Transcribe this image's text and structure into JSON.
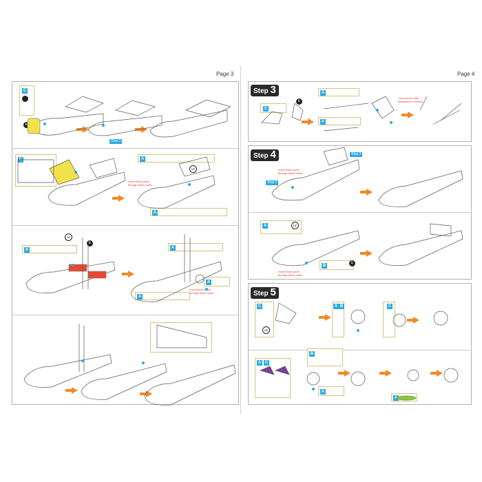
{
  "pages": {
    "left_label": "Page 3",
    "right_label": "Page 4"
  },
  "steps": [
    {
      "prefix": "Step",
      "number": "3"
    },
    {
      "prefix": "Step",
      "number": "4"
    },
    {
      "prefix": "Step",
      "number": "5"
    }
  ],
  "letters": {
    "a": "A",
    "b": "B",
    "c": "C",
    "e": "E",
    "ne": "NE"
  },
  "tags": {
    "step1": "Step 1",
    "step2": "Step 2",
    "step3": "Step 3"
  },
  "notes": {
    "insert": "Insert these parts through these holes",
    "connect": "Connect the tabs illustrated in red first"
  },
  "colors": {
    "accent_blue": "#29a9e1",
    "arrow_orange": "#f08a24",
    "highlight_yellow": "#f2e24a",
    "highlight_red": "#e8482e"
  }
}
